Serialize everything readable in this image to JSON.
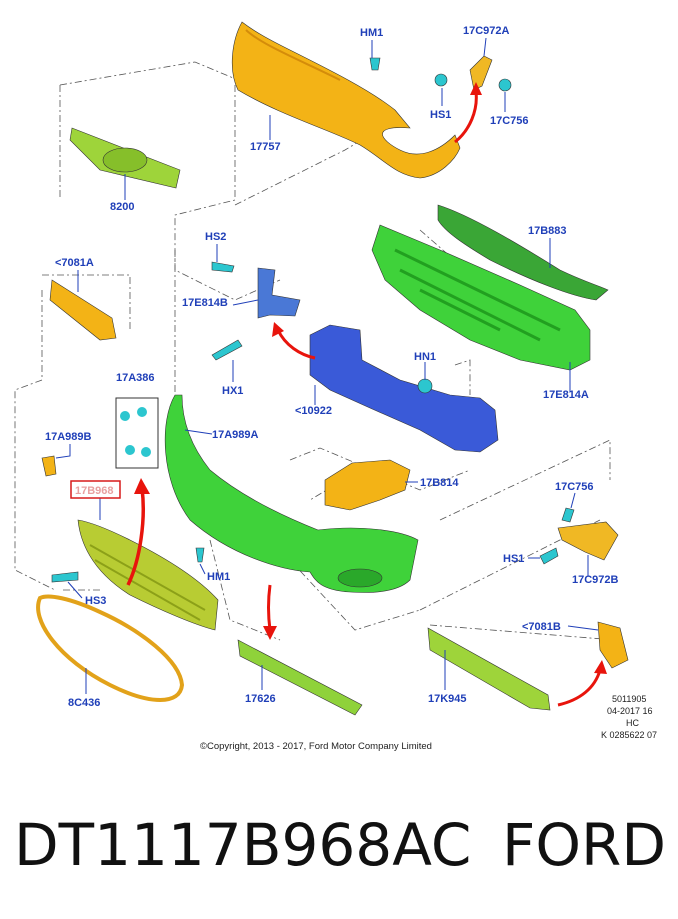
{
  "labels": {
    "hm1_top": "HM1",
    "c972a": "17C972A",
    "hs1_top": "HS1",
    "c756_top": "17C756",
    "p17757": "17757",
    "p8200": "8200",
    "hs2": "HS2",
    "b883": "17B883",
    "e814b": "17E814B",
    "a7081": "<7081A",
    "hx1": "HX1",
    "hn1": "HN1",
    "p10922": "<10922",
    "e814a": "17E814A",
    "a386": "17A386",
    "a989b": "17A989B",
    "a989a": "17A989A",
    "b968": "17B968",
    "b814": "17B814",
    "c756_bot": "17C756",
    "hs1_bot": "HS1",
    "c972b": "17C972B",
    "hm1_bot": "HM1",
    "hs3": "HS3",
    "b7081": "<7081B",
    "c436": "8C436",
    "p17626": "17626",
    "k945": "17K945"
  },
  "stamp": {
    "line1": "5011905",
    "line2": "04-2017 16",
    "line3": "HC",
    "line4": "K 0285622 07"
  },
  "copyright": "©Copyright, 2013 - 2017, Ford Motor Company Limited",
  "footer": {
    "part_number": "DT1117B968AC",
    "brand": "FORD"
  },
  "colors": {
    "label_blue": "#1f3fb8",
    "bumper_orange": "#f3b316",
    "green_light": "#9ed43a",
    "green_bright": "#3fd23a",
    "blue_part": "#3a5ad8",
    "cyan_fastener": "#2cc6cf",
    "arrow_red": "#e8140c",
    "highlight_red": "#d71a1a"
  }
}
